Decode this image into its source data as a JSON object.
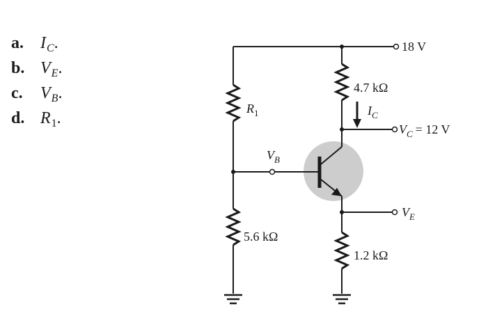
{
  "questions": [
    {
      "letter": "a.",
      "var": "I",
      "sub": "C",
      "sub_italic": true,
      "end": "."
    },
    {
      "letter": "b.",
      "var": "V",
      "sub": "E",
      "sub_italic": true,
      "end": "."
    },
    {
      "letter": "c.",
      "var": "V",
      "sub": "B",
      "sub_italic": true,
      "end": "."
    },
    {
      "letter": "d.",
      "var": "R",
      "sub": "1",
      "sub_italic": false,
      "end": "."
    }
  ],
  "circuit": {
    "supply": "18 V",
    "rc": "4.7 kΩ",
    "ic_var": "I",
    "ic_sub": "C",
    "vc_var": "V",
    "vc_sub": "C",
    "vc_value": "= 12 V",
    "r1_var": "R",
    "r1_sub": "1",
    "vb_var": "V",
    "vb_sub": "B",
    "ve_var": "V",
    "ve_sub": "E",
    "r2": "5.6 kΩ",
    "re": "1.2 kΩ"
  },
  "colors": {
    "transistor_fill": "#cdcdcd",
    "ink": "#1a1a1a"
  }
}
